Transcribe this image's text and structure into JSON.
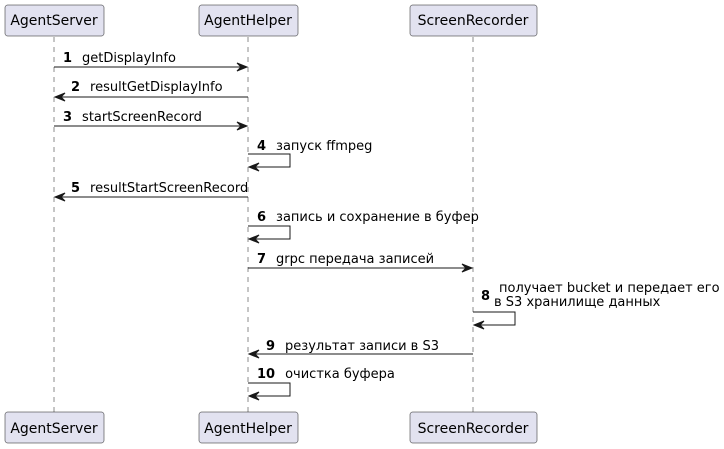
{
  "participants": [
    {
      "id": "agentserver",
      "label": "AgentServer"
    },
    {
      "id": "agenthelper",
      "label": "AgentHelper"
    },
    {
      "id": "screenrecorder",
      "label": "ScreenRecorder"
    }
  ],
  "messages": [
    {
      "num": "1",
      "from": "agentserver",
      "to": "agenthelper",
      "lines": [
        "getDisplayInfo"
      ]
    },
    {
      "num": "2",
      "from": "agenthelper",
      "to": "agentserver",
      "lines": [
        "resultGetDisplayInfo"
      ]
    },
    {
      "num": "3",
      "from": "agentserver",
      "to": "agenthelper",
      "lines": [
        "startScreenRecord"
      ]
    },
    {
      "num": "4",
      "from": "agenthelper",
      "to": "agenthelper",
      "lines": [
        "запуск ffmpeg"
      ]
    },
    {
      "num": "5",
      "from": "agenthelper",
      "to": "agentserver",
      "lines": [
        "resultStartScreenRecord"
      ]
    },
    {
      "num": "6",
      "from": "agenthelper",
      "to": "agenthelper",
      "lines": [
        "запись и сохранение в буфер"
      ]
    },
    {
      "num": "7",
      "from": "agenthelper",
      "to": "screenrecorder",
      "lines": [
        "grpc передача записей"
      ]
    },
    {
      "num": "8",
      "from": "screenrecorder",
      "to": "screenrecorder",
      "lines": [
        "получает bucket и передает его",
        "в S3 хранилище данных"
      ]
    },
    {
      "num": "9",
      "from": "screenrecorder",
      "to": "agenthelper",
      "lines": [
        "результат записи в S3"
      ]
    },
    {
      "num": "10",
      "from": "agenthelper",
      "to": "agenthelper",
      "lines": [
        "очистка буфера"
      ]
    }
  ]
}
